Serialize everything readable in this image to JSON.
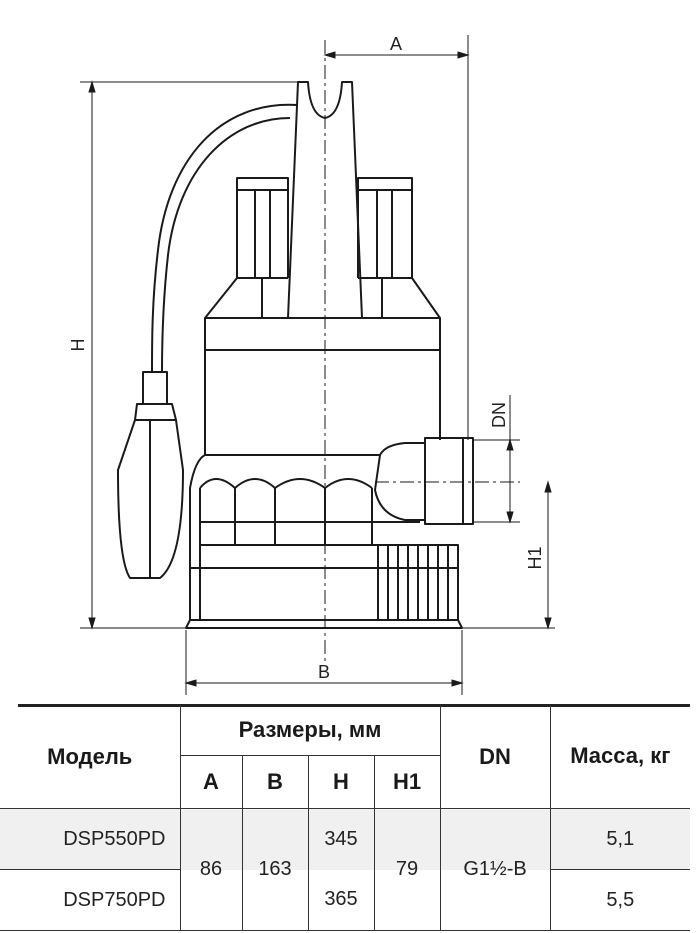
{
  "drawing": {
    "dimensions": {
      "a": "A",
      "b": "B",
      "h": "H",
      "h1": "H1",
      "dn": "DN"
    }
  },
  "table": {
    "header": {
      "model": "Модель",
      "dimensions": "Размеры, мм",
      "dn": "DN",
      "mass": "Масса, кг",
      "sub": [
        "A",
        "B",
        "H",
        "H1"
      ]
    },
    "rows": [
      {
        "model": "DSP550PD",
        "h": "345",
        "mass": "5,1"
      },
      {
        "model": "DSP750PD",
        "h": "365",
        "mass": "5,5"
      }
    ],
    "shared": {
      "a": "86",
      "b": "163",
      "h1": "79",
      "dn": "G1½-B"
    }
  }
}
